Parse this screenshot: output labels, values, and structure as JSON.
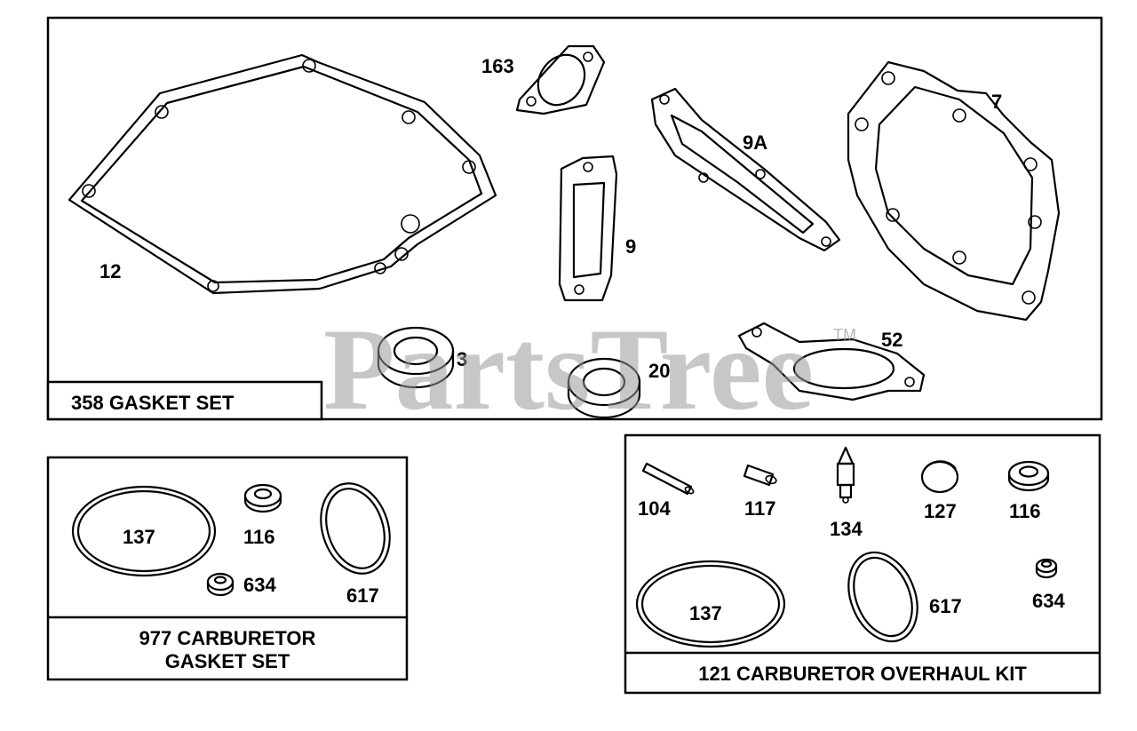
{
  "panels": {
    "gasket_set": {
      "title": "358 GASKET SET",
      "parts": {
        "p12": "12",
        "p163": "163",
        "p9a": "9A",
        "p7": "7",
        "p9": "9",
        "p3": "3",
        "p20": "20",
        "p52": "52"
      }
    },
    "carb_gasket_set": {
      "title_line1": "977 CARBURETOR",
      "title_line2": "GASKET SET",
      "parts": {
        "p137": "137",
        "p116": "116",
        "p634": "634",
        "p617": "617"
      }
    },
    "overhaul_kit": {
      "title": "121 CARBURETOR OVERHAUL KIT",
      "parts": {
        "p104": "104",
        "p117": "117",
        "p134": "134",
        "p127": "127",
        "p116": "116",
        "p137": "137",
        "p617": "617",
        "p634": "634"
      }
    }
  },
  "watermark": {
    "text": "PartsTree",
    "trademark": "TM"
  }
}
